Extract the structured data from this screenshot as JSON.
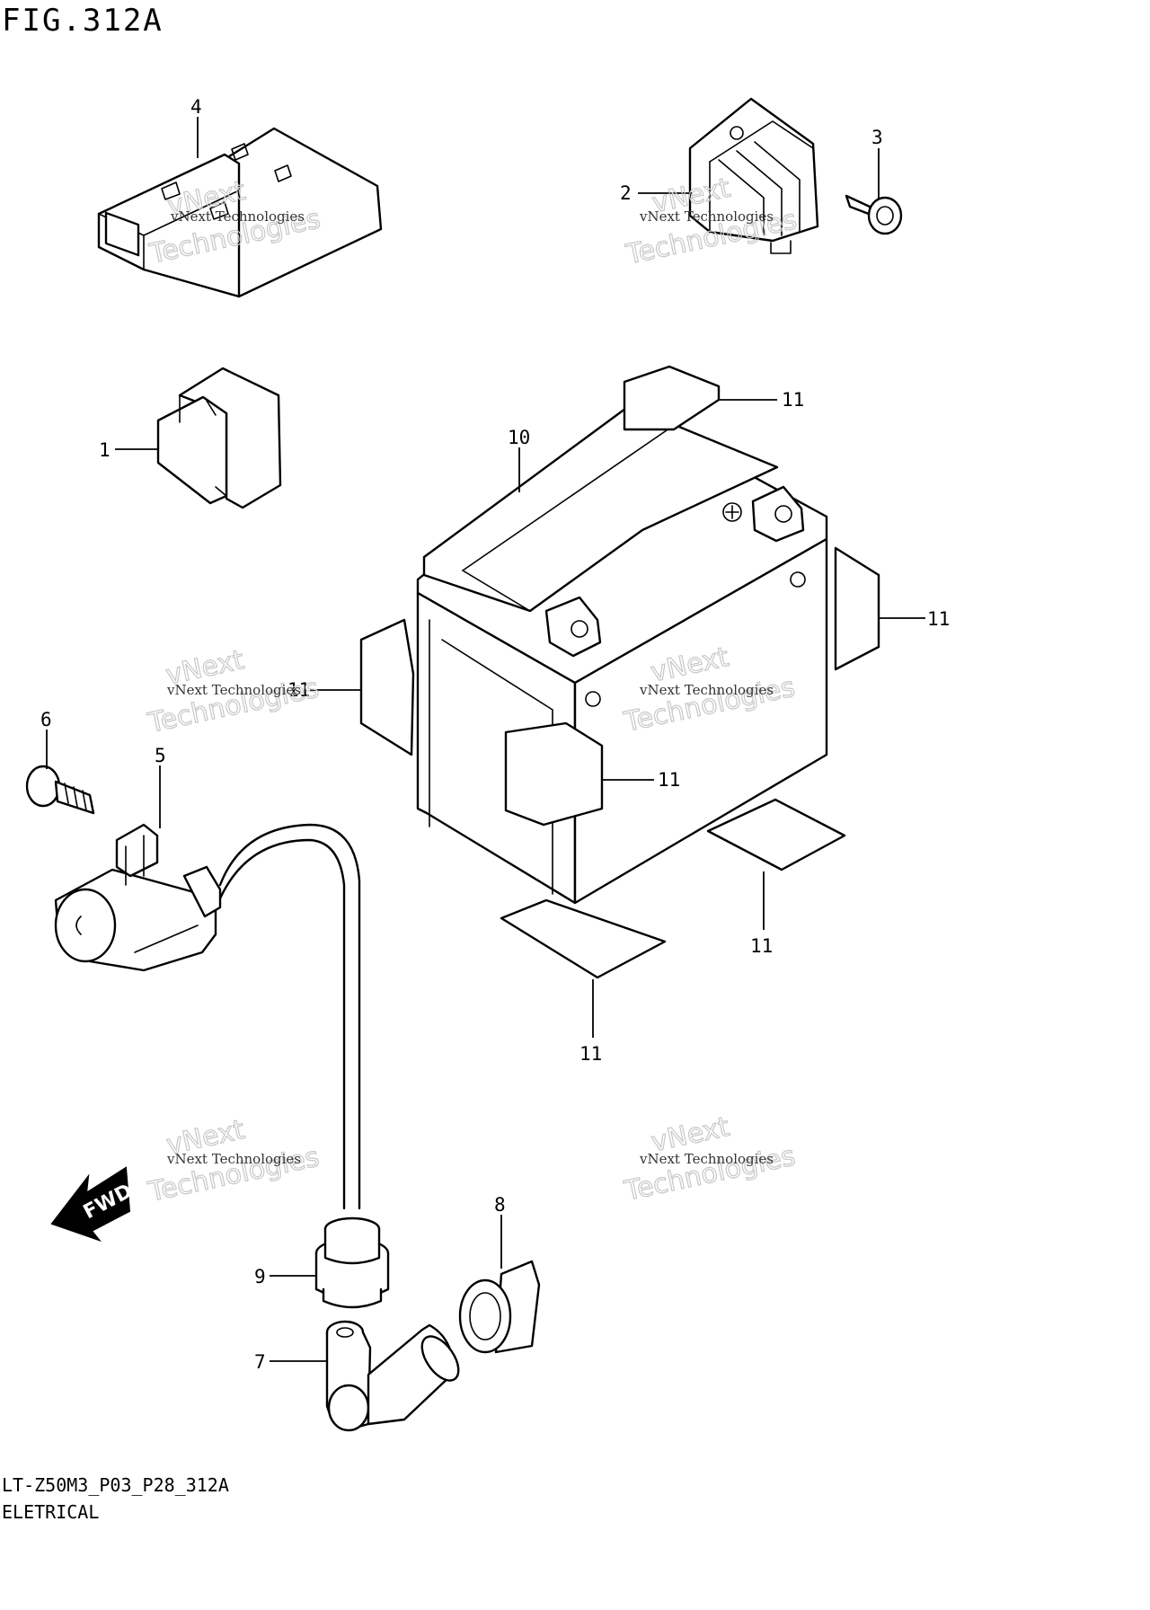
{
  "figure": {
    "title": "FIG.312A",
    "code": "LT-Z50M3_P03_P28_312A",
    "section": "ELETRICAL"
  },
  "callouts": {
    "c1": "1",
    "c2": "2",
    "c3": "3",
    "c4": "4",
    "c5": "5",
    "c6": "6",
    "c7": "7",
    "c8": "8",
    "c9": "9",
    "c10": "10",
    "c11": "11"
  },
  "direction_label": "FWD",
  "watermark": {
    "line1": "vNext",
    "line2": "vNext Technologies",
    "line3": "Technologies"
  }
}
